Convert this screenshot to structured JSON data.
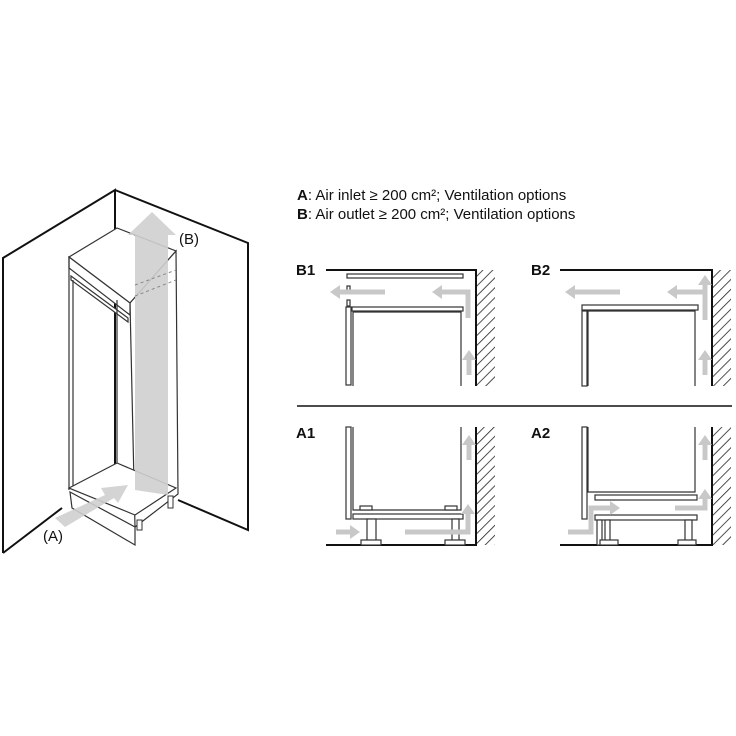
{
  "legend": {
    "a_key": "A",
    "a_text": ": Air inlet ≥ 200 cm²; Ventilation options",
    "b_key": "B",
    "b_text": ": Air outlet ≥ 200 cm²; Ventilation options"
  },
  "perspective": {
    "label_a": "(A)",
    "label_b": "(B)"
  },
  "panels": {
    "b1": "B1",
    "b2": "B2",
    "a1": "A1",
    "a2": "A2"
  },
  "colors": {
    "arrow": "#c8c8c8",
    "line": "#111111"
  }
}
